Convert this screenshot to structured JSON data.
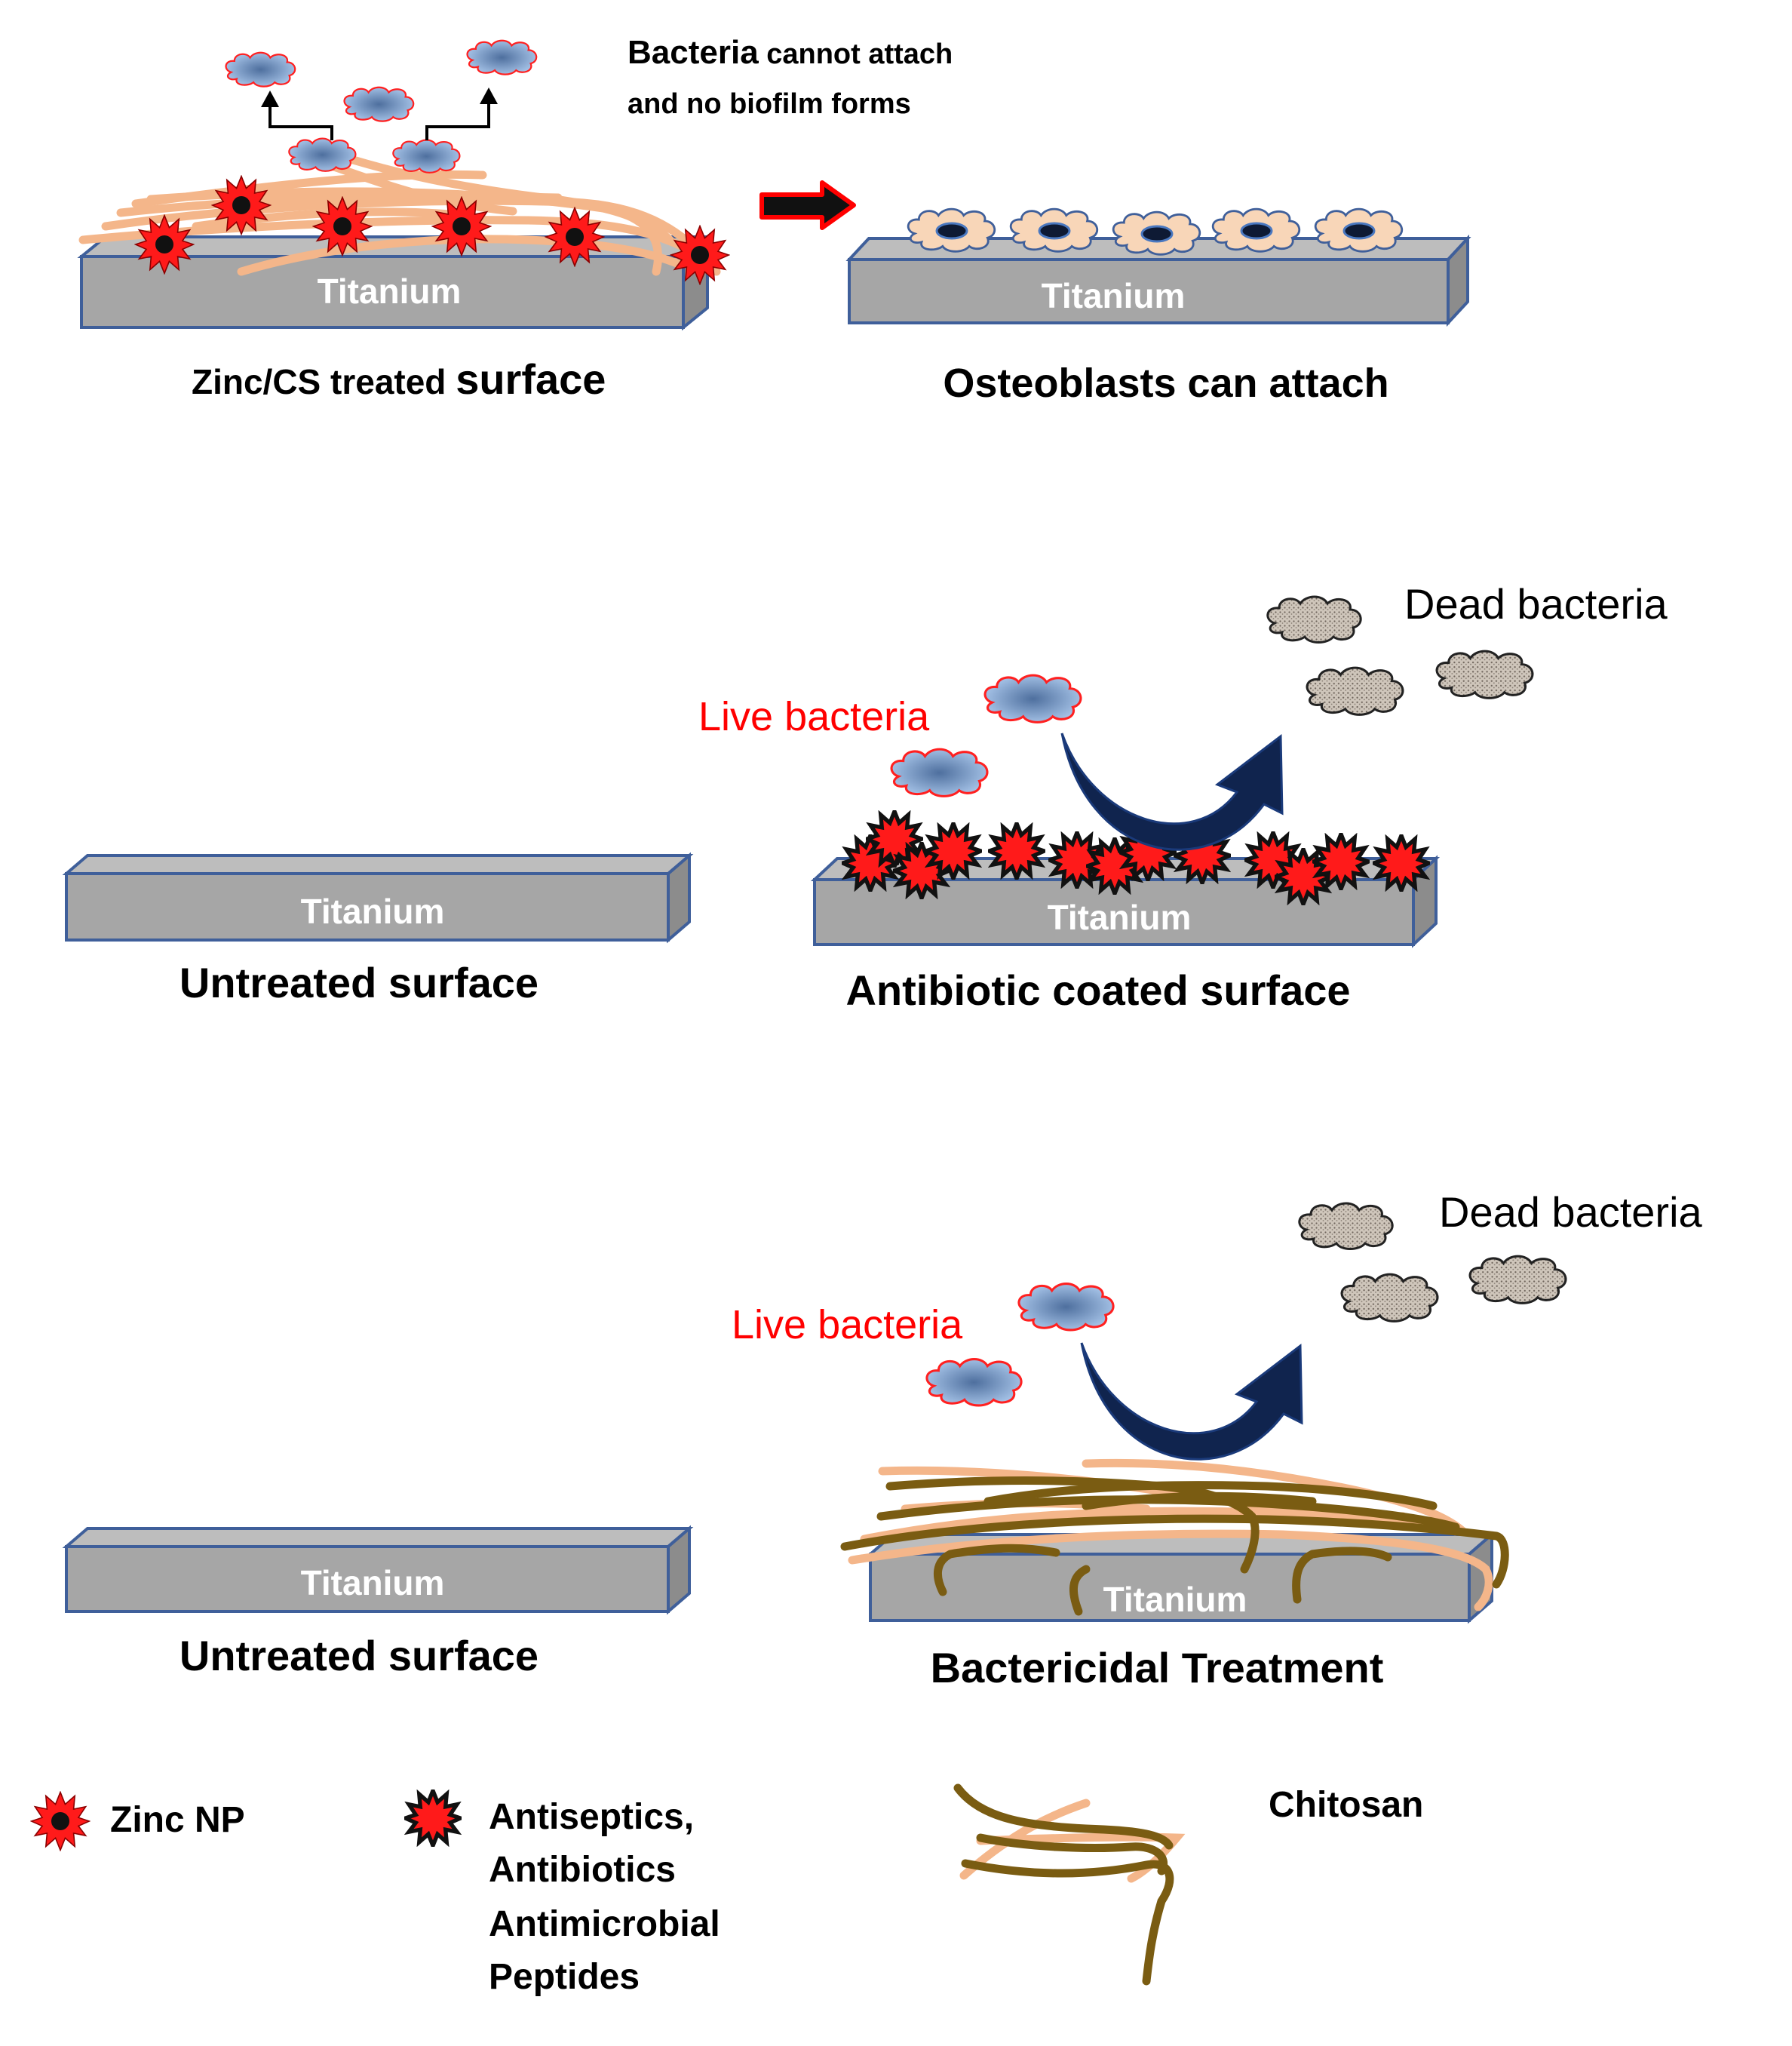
{
  "top": {
    "bacteria_note_bold": "Bacteria",
    "bacteria_note_rest": " cannot attach",
    "bacteria_note_line2": "and no biofilm forms",
    "left_caption_a": "Zinc/CS treated ",
    "left_caption_b": "surface",
    "right_caption": "Osteoblasts can attach"
  },
  "middle": {
    "live_label": "Live bacteria",
    "dead_label": "Dead bacteria",
    "left_caption": "Untreated surface",
    "right_caption": "Antibiotic coated surface"
  },
  "bottom": {
    "live_label": "Live bacteria",
    "dead_label": "Dead bacteria",
    "left_caption": "Untreated surface",
    "right_caption": "Bactericidal Treatment"
  },
  "block_label": "Titanium",
  "legend": {
    "zinc_label": "Zinc NP",
    "antiseptic_lines": [
      "Antiseptics,",
      "Antibiotics",
      "Antimicrobial",
      "Peptides"
    ],
    "chitosan_label": "Chitosan"
  },
  "colors": {
    "block_face": "#a6a6a6",
    "block_edge": "#3f5f9a",
    "live_text": "#ff0000",
    "fiber_peach": "#f4b68a",
    "fiber_olive": "#7a5c12",
    "arrow_fill": "#10244e",
    "bacteria_fill": "#5b86c0",
    "bacteria_edge": "#ff2020"
  }
}
